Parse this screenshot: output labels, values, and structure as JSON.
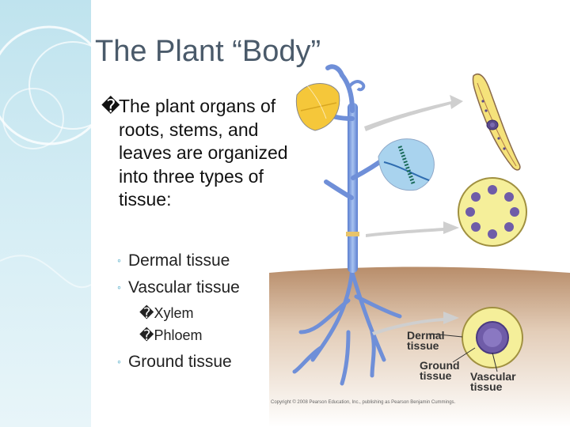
{
  "slide": {
    "title": "The Plant “Body”",
    "main_bullet": {
      "marker": "�",
      "text": "The plant organs of roots, stems, and leaves are organized into three types of tissue:"
    },
    "sub_bullets": [
      {
        "marker": "◦",
        "text": "Dermal tissue"
      },
      {
        "marker": "◦",
        "text": "Vascular tissue"
      },
      {
        "marker": "◦",
        "text": "Ground tissue"
      }
    ],
    "subsub_bullets": [
      "�Xylem",
      "�Phloem"
    ]
  },
  "figure": {
    "labels": {
      "dermal": [
        "Dermal",
        "tissue"
      ],
      "ground": [
        "Ground",
        "tissue"
      ],
      "vascular": [
        "Vascular",
        "tissue"
      ]
    },
    "copyright": "Copyright © 2008 Pearson Education, Inc., publishing as Pearson Benjamin Cummings."
  },
  "colors": {
    "band": "#bfe3ee",
    "title": "#4a5a6a",
    "stem": "#6f8fd8",
    "leaf_yellow": "#f5c73a",
    "leaf_blue": "#a9d3ee",
    "soil": "#c9a98a"
  }
}
